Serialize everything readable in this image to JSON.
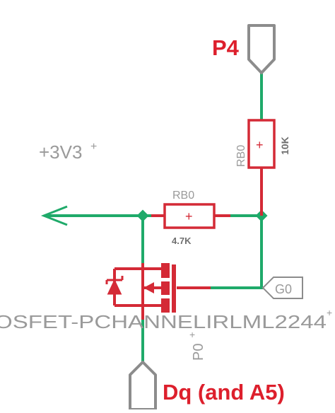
{
  "labels": {
    "port_p4": "P4",
    "port_dq": "Dq (and A5)",
    "supply": "+3V3",
    "supply_mark": "+",
    "r_top_name": "RB0",
    "r_top_value": "10K",
    "r_mid_name": "RB0",
    "r_mid_value": "4.7K",
    "gate_net": "G0",
    "mosfet_part": "OSFET-PCHANNELIRLML2244",
    "mosfet_mark": "+",
    "mosfet_ref": "P0",
    "mosfet_ref_mark": "+",
    "resistor_mark": "+"
  },
  "colors": {
    "wire": "#1faa6a",
    "part": "#d42a36",
    "outline": "#8c8c8c",
    "label": "#9a9a9a",
    "dark_label": "#6f6f6f"
  }
}
